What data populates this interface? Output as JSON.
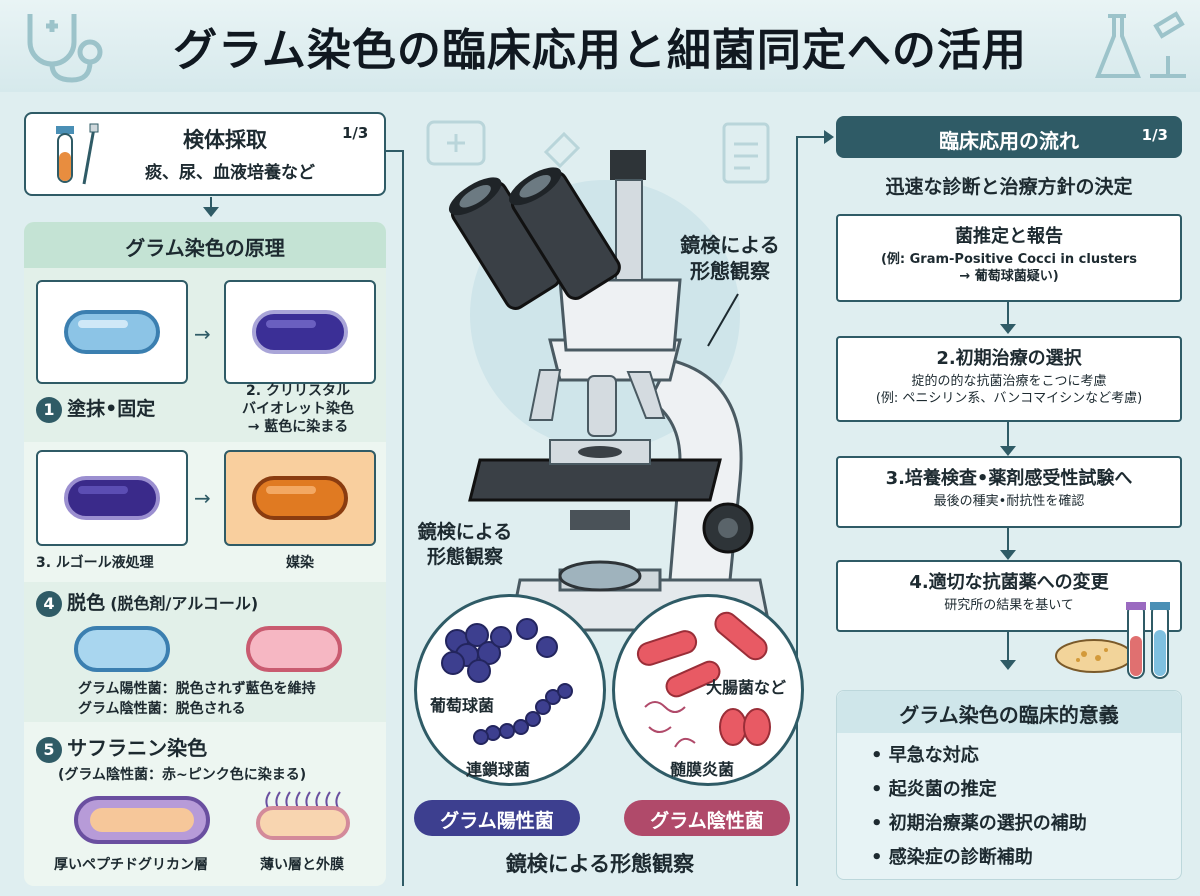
{
  "title": "グラム染色の臨床応用と細菌同定への活用",
  "left": {
    "specimen": {
      "title": "検体採取",
      "sub": "痰、尿、血液培養など",
      "page": "1/3"
    },
    "principle": {
      "heading": "グラム染色の原理",
      "step1": {
        "num": "1",
        "label": "塗抹•固定"
      },
      "step2": {
        "line1": "2. クリリスタル",
        "line2": "バイオレット染色",
        "line3": "→ 藍色に染まる"
      },
      "step3": {
        "label": "3. ルゴール液処理"
      },
      "mordant": "媒染",
      "step4": {
        "num": "4",
        "label": "脱色",
        "sub": "(脱色剤/アルコール)",
        "pos": "グラム陽性菌：脱色されず藍色を維持",
        "neg": "グラム陰性菌：脱色される"
      },
      "step5": {
        "num": "5",
        "label": "サフラニン染色",
        "sub": "(グラム陰性菌：赤~ピンク色に染まる)",
        "thick": "厚いペプチドグリカン層",
        "thin": "薄い層と外膜"
      }
    }
  },
  "center": {
    "observe_label_top": "鏡検による\n形態観察",
    "observe_line1": "鏡検による",
    "observe_line2": "形態観察",
    "obs2_line1": "鏡検による",
    "obs2_line2": "形態観察",
    "staph": "葡萄球菌",
    "strep": "連鎖球菌",
    "ecoli": "大腸菌など",
    "mening": "髄膜炎菌",
    "gram_pos": "グラム陽性菌",
    "gram_neg": "グラム陰性菌",
    "bottom": "鏡検による形態観察"
  },
  "right": {
    "head": "臨床応用の流れ",
    "page": "1/3",
    "subtitle": "迅速な診断と治療方針の決定",
    "flow": [
      {
        "title": "菌推定と報告",
        "sub1": "(例: Gram-Positive Cocci in clusters",
        "sub2": "→ 葡萄球菌疑い)"
      },
      {
        "title": "2.初期治療の選択",
        "sub1": "掟的の的な抗菌治療をこつに考慮",
        "sub2": "(例: ペニシリン系、バンコマイシンなど考慮)"
      },
      {
        "title": "3.培養検査•薬剤感受性試験へ",
        "sub1": "最後の種実•耐抗性を確認",
        "sub2": ""
      },
      {
        "title": "4.適切な抗菌薬への変更",
        "sub1": "研究所の結果を基いて",
        "sub2": ""
      }
    ],
    "significance": {
      "head": "グラム染色の臨床的意義",
      "items": [
        "• 早急な対応",
        "• 起炎菌の推定",
        "• 初期治療薬の選択の補助",
        "• 感染症の診断補助"
      ]
    }
  },
  "colors": {
    "primary": "#2f5b66",
    "positive": "#3d3f8f",
    "negative": "#b04a6a"
  }
}
